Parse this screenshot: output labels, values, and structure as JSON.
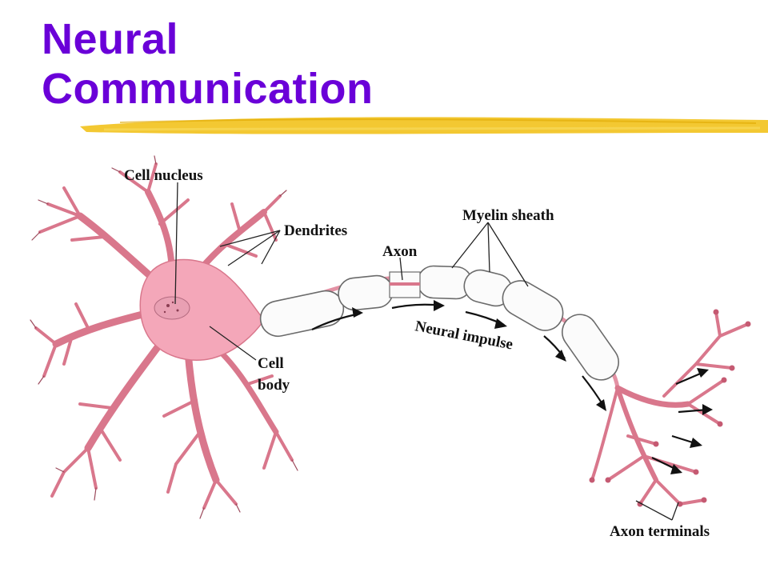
{
  "title": {
    "line1": "Neural",
    "line2": "Communication",
    "color": "#6a00d8",
    "underline_color": "#f2c21c"
  },
  "labels": {
    "cell_nucleus": "Cell nucleus",
    "dendrites": "Dendrites",
    "axon": "Axon",
    "myelin_sheath": "Myelin sheath",
    "neural_impulse": "Neural impulse",
    "cell_body_line1": "Cell",
    "cell_body_line2": "body",
    "axon_terminals": "Axon terminals"
  },
  "colors": {
    "cell_body": "#f4a7b9",
    "dendrite": "#d9778c",
    "myelin": "#fbfbfb"
  }
}
